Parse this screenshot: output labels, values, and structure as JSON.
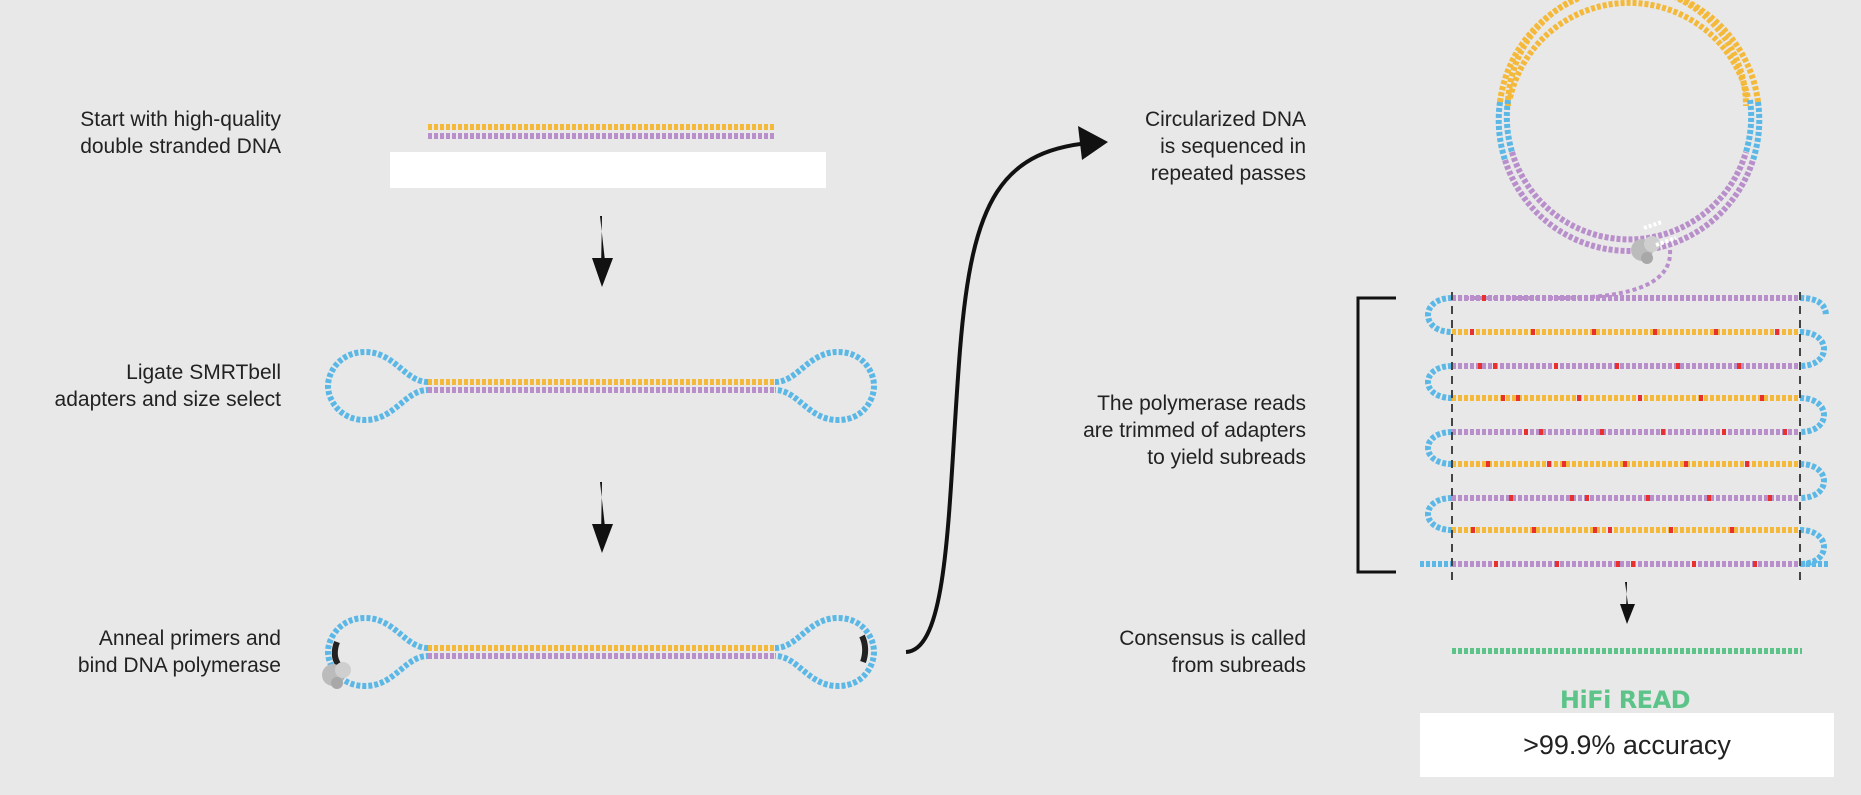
{
  "steps": {
    "start": {
      "line1": "Start with high-quality",
      "line2": "double stranded DNA"
    },
    "ligate": {
      "line1": "Ligate SMRTbell",
      "line2": "adapters and size select"
    },
    "anneal": {
      "line1": "Anneal primers and",
      "line2": "bind DNA polymerase"
    },
    "circularized": {
      "line1": "Circularized DNA",
      "line2": "is sequenced in",
      "line3": "repeated passes"
    },
    "trimmed": {
      "line1": "The polymerase reads",
      "line2": "are trimmed of adapters",
      "line3": "to yield subreads"
    },
    "consensus": {
      "line1": "Consensus is called",
      "line2": "from subreads"
    }
  },
  "result": {
    "hifi_label": "HiFi READ",
    "accuracy": ">99.9% accuracy"
  },
  "colors": {
    "background": "#e8e8e8",
    "strand_yellow": "#f5b93a",
    "strand_purple": "#b98fcb",
    "adapter_blue": "#5bb8e6",
    "error_red": "#e8312e",
    "consensus_green": "#5cc489",
    "arrow": "#111111"
  },
  "icons": {
    "polymerase": "polymerase-blob-icon",
    "primer": "primer-mark-icon",
    "flow_arrow": "arrow-down-icon"
  }
}
